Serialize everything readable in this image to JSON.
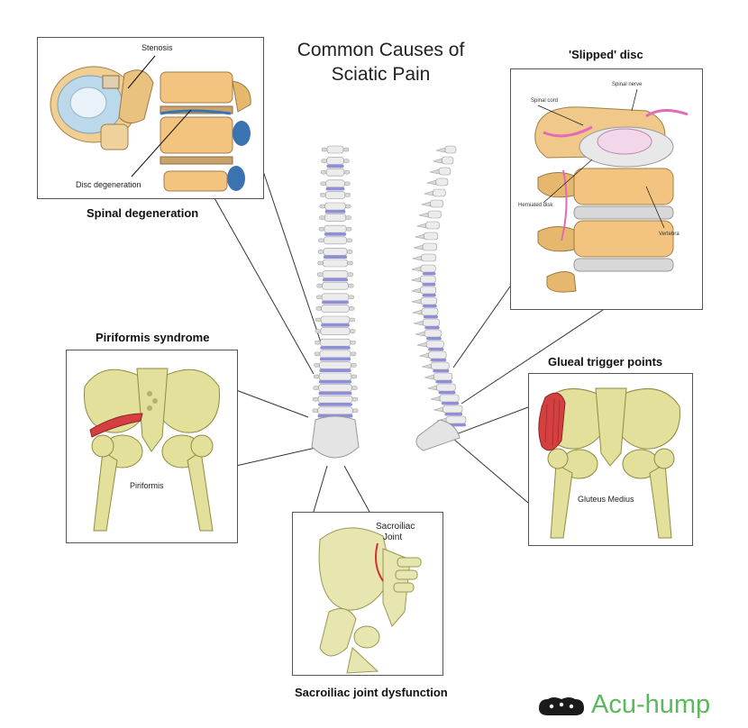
{
  "title": {
    "line1": "Common Causes of",
    "line2": "Sciatic Pain"
  },
  "panels": {
    "spinal_degeneration": {
      "caption": "Spinal degeneration",
      "label_stenosis": "Stenosis",
      "label_disc": "Disc degeneration"
    },
    "slipped_disc": {
      "caption": "'Slipped' disc",
      "label_spinal_nerve": "Spinal nerve",
      "label_spinal_cord": "Spinal cord",
      "label_herniated": "Herniated disk",
      "label_vertebra": "Vertebra"
    },
    "piriformis": {
      "caption": "Piriformis syndrome",
      "label_muscle": "Piriformis"
    },
    "gluteal": {
      "caption": "Glueal trigger points",
      "label_muscle": "Gluteus Medius"
    },
    "sacroiliac": {
      "caption": "Sacroiliac joint dysfunction",
      "label_joint_1": "Sacroiliac",
      "label_joint_2": "Joint"
    }
  },
  "brand": {
    "name": "Acu-hump",
    "color": "#5cb85c",
    "icon": "pillow-logo-icon"
  },
  "colors": {
    "bone": "#e2e09a",
    "disc": "#8e8fd6",
    "muscle": "#d44040",
    "vertebra_grey": "#d8d8d8"
  }
}
